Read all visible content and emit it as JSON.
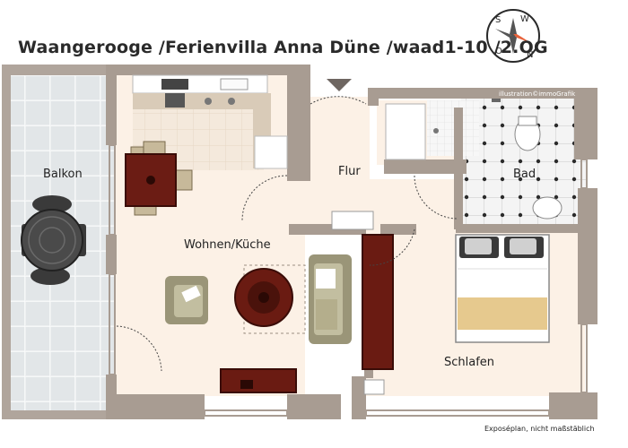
{
  "title": "Waangerooge /Ferienvilla Anna Düne /waad1-10 /2.OG",
  "credit": "illustration©immoGrafik",
  "footnote": "Exposéplan, nicht maßstäblich",
  "rooms": {
    "balkon": "Balkon",
    "flur": "Flur",
    "bad": "Bad",
    "wohnen_kueche": "Wohnen/Küche",
    "schlafen": "Schlafen"
  },
  "compass": {
    "n": "N",
    "o": "O",
    "s": "S",
    "w": "W"
  },
  "colors": {
    "wall": "#a89c92",
    "floor": "#fcf1e6",
    "tile": "#d8dcdd",
    "accent": "#e8623a"
  }
}
